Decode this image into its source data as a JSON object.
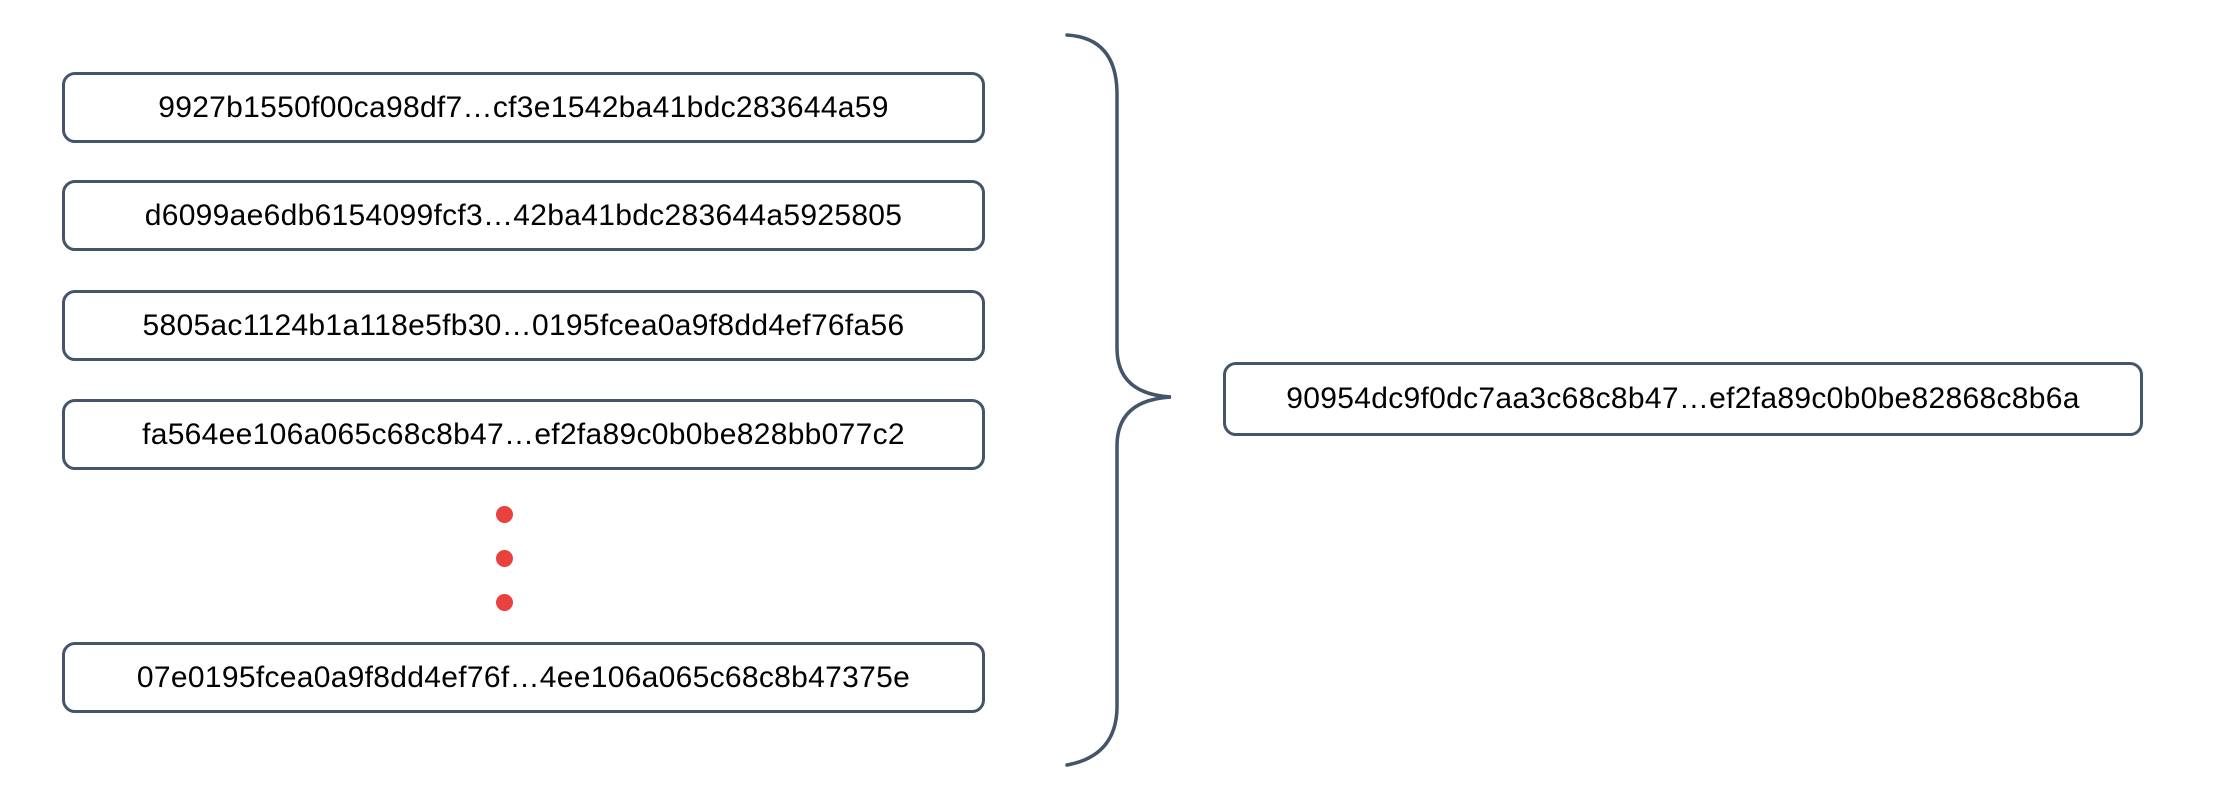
{
  "left_blocks": [
    {
      "text": "9927b1550f00ca98df7…cf3e1542ba41bdc283644a59"
    },
    {
      "text": "d6099ae6db6154099fcf3…42ba41bdc283644a5925805"
    },
    {
      "text": "5805ac1124b1a118e5fb30…0195fcea0a9f8dd4ef76fa56"
    },
    {
      "text": "fa564ee106a065c68c8b47…ef2fa89c0b0be828bb077c2"
    },
    {
      "text": "07e0195fcea0a9f8dd4ef76f…4ee106a065c68c8b47375e"
    }
  ],
  "result_block": {
    "text": "90954dc9f0dc7aa3c68c8b47…ef2fa89c0b0be82868c8b6a"
  },
  "ellipsis": {
    "dot_count": 3,
    "dot_color": "#e8413e"
  },
  "colors": {
    "box_border": "#44546a",
    "brace_stroke": "#44546a",
    "text": "#000000",
    "background": "#ffffff"
  }
}
